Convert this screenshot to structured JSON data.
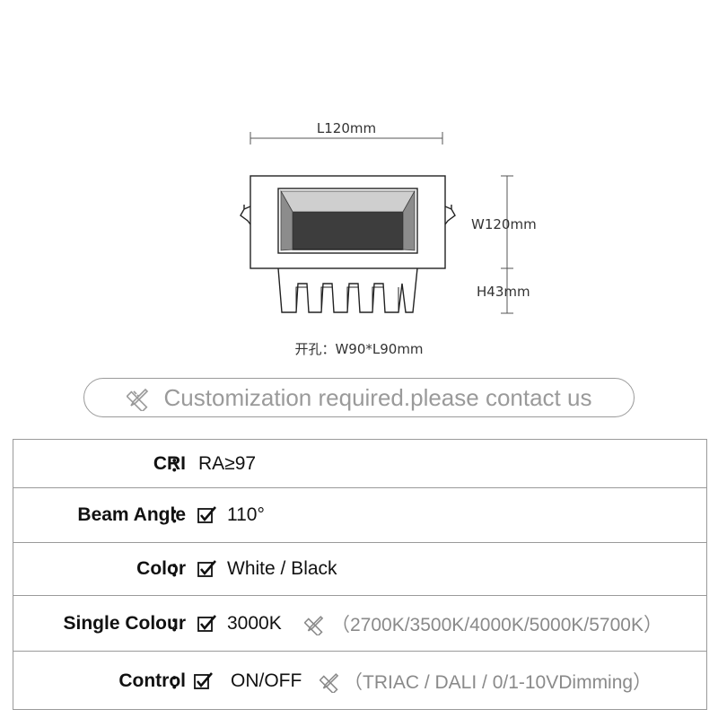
{
  "diagram": {
    "length_label": "L120mm",
    "width_label": "W120mm",
    "height_label": "H43mm",
    "cutout_label": "开孔：W90*L90mm"
  },
  "banner": {
    "text": "Customization required.please contact us",
    "icon": "pencil-ruler-icon"
  },
  "specs": {
    "cri": {
      "label": "CRI",
      "colon": "：",
      "value": "RA≥97"
    },
    "beam_angle": {
      "label": "Beam Angle",
      "colon": "：",
      "value": "110°",
      "checked": true
    },
    "color": {
      "label": "Color",
      "colon": "：",
      "value": "White / Black",
      "checked": true
    },
    "single_colour": {
      "label": "Single Colour",
      "colon": "：",
      "value": "3000K",
      "checked": true,
      "options": "（2700K/3500K/4000K/5000K/5700K）"
    },
    "control": {
      "label": "Control",
      "colon": "：",
      "value": "ON/OFF",
      "checked": true,
      "options": "（TRIAC / DALI / 0/1-10VDimming）"
    }
  }
}
